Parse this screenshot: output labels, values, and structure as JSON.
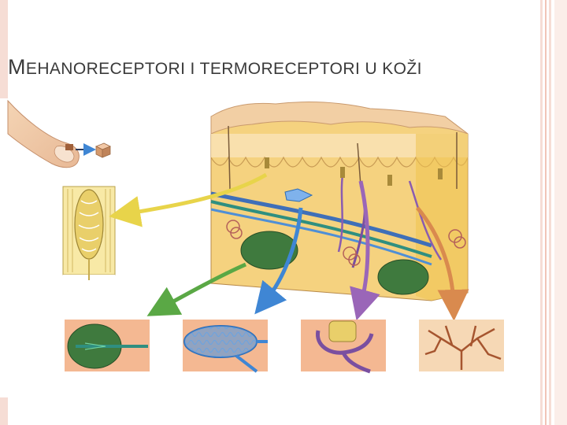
{
  "slide": {
    "title_initial": "M",
    "title_rest": "EHANORECEPTORI I TERMORECEPTORI U KOŽI"
  },
  "colors": {
    "title": "#3a3a3a",
    "accent_bar": "#f6ddd5",
    "arrow_yellow": "#e8d44a",
    "arrow_green": "#5aa845",
    "arrow_blue": "#3f86d4",
    "arrow_purple": "#9a66b8",
    "arrow_orange": "#d98a4e",
    "skin_surface": "#f2cfa4",
    "dermis": "#f5d27f",
    "corpuscle_green": "#3f7a3e"
  },
  "figure": {
    "panels": [
      {
        "id": "meissner",
        "icon": "meissner-corpuscle-icon"
      },
      {
        "id": "pacinian",
        "icon": "pacinian-corpuscle-icon"
      },
      {
        "id": "ruffini",
        "icon": "ruffini-ending-icon"
      },
      {
        "id": "merkel",
        "icon": "merkel-disc-icon"
      },
      {
        "id": "free-ending",
        "icon": "free-nerve-ending-icon"
      }
    ]
  }
}
